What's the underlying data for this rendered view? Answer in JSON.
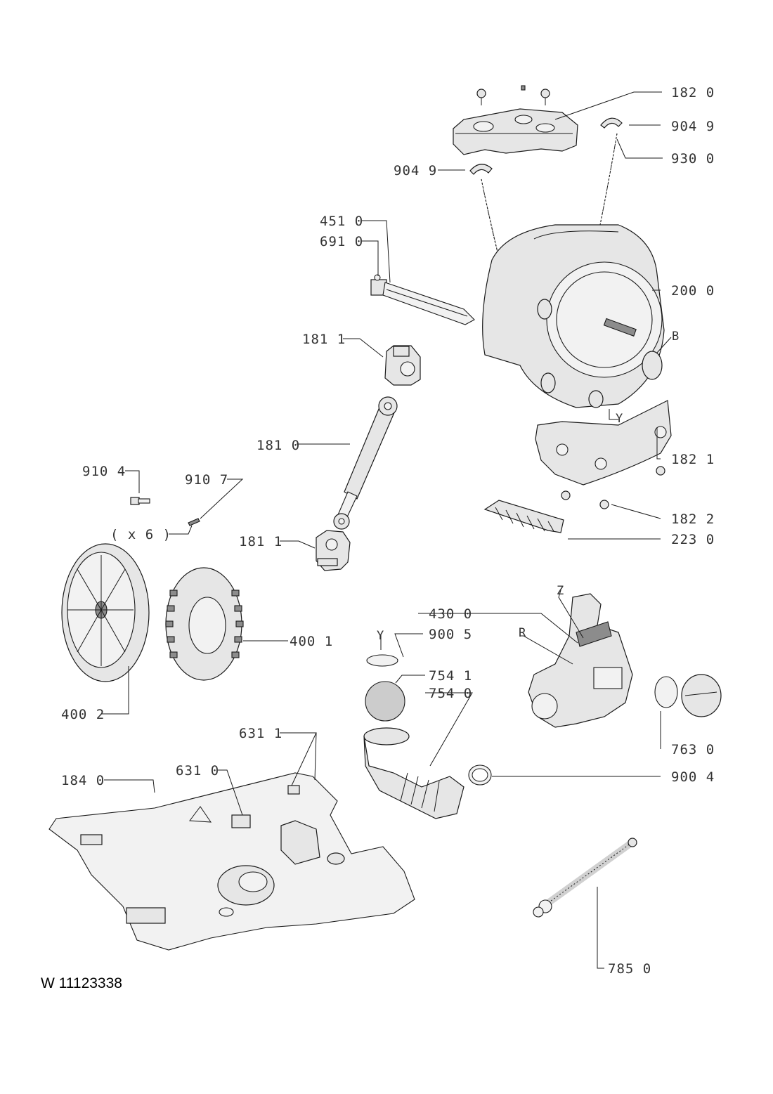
{
  "document_code": "W 11123338",
  "callouts": {
    "c1820": "182 0",
    "c9049_right": "904 9",
    "c9049_left": "904 9",
    "c9300": "930 0",
    "c4510": "451 0",
    "c6910": "691 0",
    "c2000": "200 0",
    "c1811_top": "181 1",
    "c1810": "181 0",
    "c1821": "182 1",
    "c9104": "910 4",
    "c9107": "910 7",
    "cx6": "( x 6 )",
    "c1811_bottom": "181 1",
    "c1822": "182 2",
    "c2230": "223 0",
    "c4300": "430 0",
    "c9005": "900 5",
    "c4001": "400 1",
    "c7541": "754 1",
    "c7540": "754 0",
    "c4002": "400 2",
    "c7630": "763 0",
    "c6311": "631 1",
    "c6310": "631 0",
    "c1840": "184 0",
    "c9004": "900 4",
    "c7850": "785 0"
  },
  "axis_letters": {
    "b": "B",
    "y_top": "Y",
    "z": "Z",
    "r": "R",
    "y_mid": "Y"
  }
}
